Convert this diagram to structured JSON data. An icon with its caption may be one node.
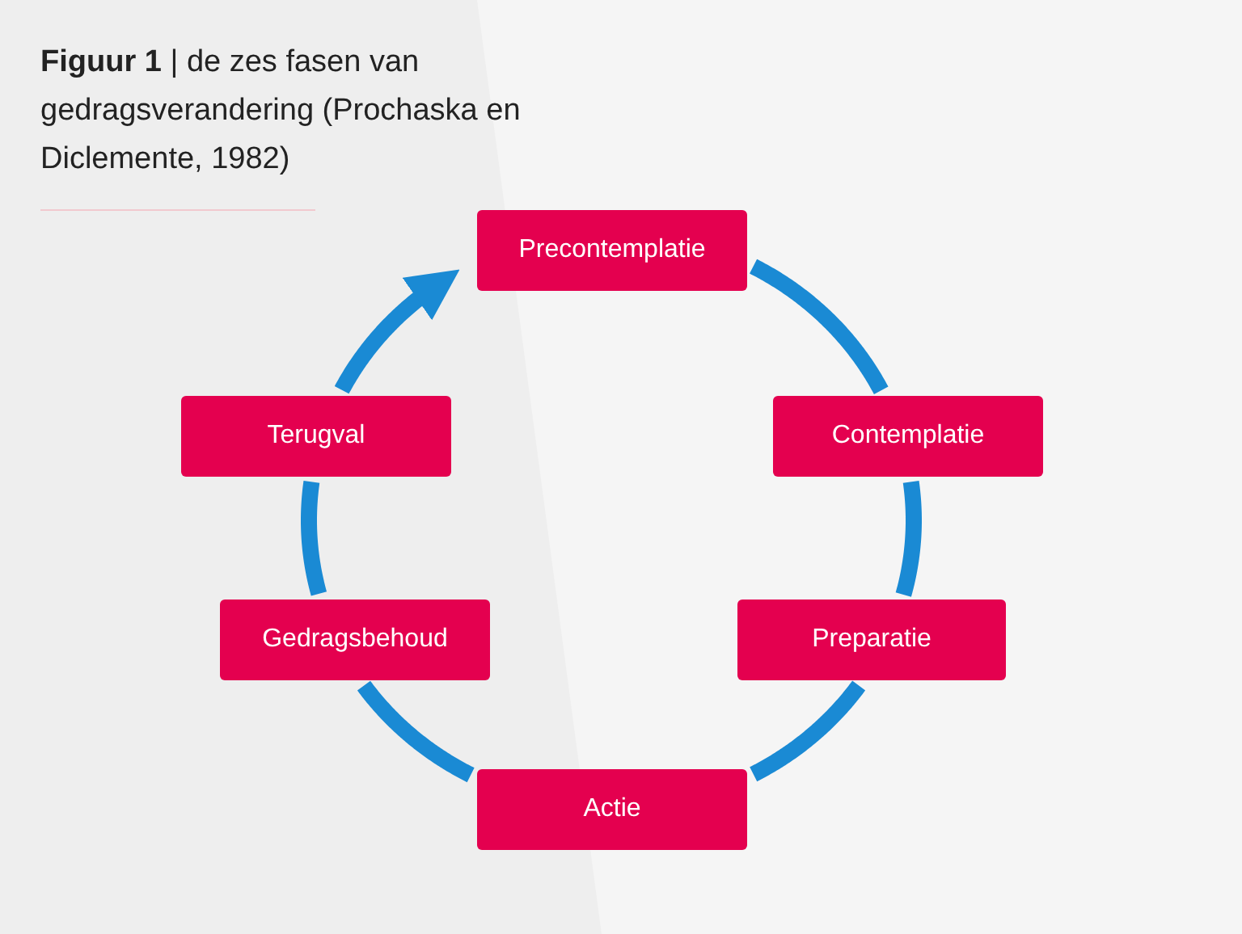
{
  "diagram": {
    "title": "**Figuur 1** | de zes fasen van gedragsverandering (Prochaska en Diclemente, 1982)",
    "nodes": [
      {
        "text": [
          "Precontemplatie"
        ]
      },
      {
        "text": [
          "Contemplatie"
        ]
      },
      {
        "text": [
          "Preparatie"
        ]
      },
      {
        "text": [
          "Actie"
        ]
      },
      {
        "text": [
          "Gedragsbehoud"
        ]
      },
      {
        "text": [
          "Terugval"
        ]
      }
    ],
    "edges": [
      {
        "from": 0,
        "to": 1,
        "arrow": "none"
      },
      {
        "from": 1,
        "to": 2,
        "arrow": "none"
      },
      {
        "from": 2,
        "to": 3,
        "arrow": "none"
      },
      {
        "from": 3,
        "to": 4,
        "arrow": "none"
      },
      {
        "from": 4,
        "to": 5,
        "arrow": "none"
      },
      {
        "from": 5,
        "to": 0,
        "arrow": "to"
      }
    ]
  }
}
